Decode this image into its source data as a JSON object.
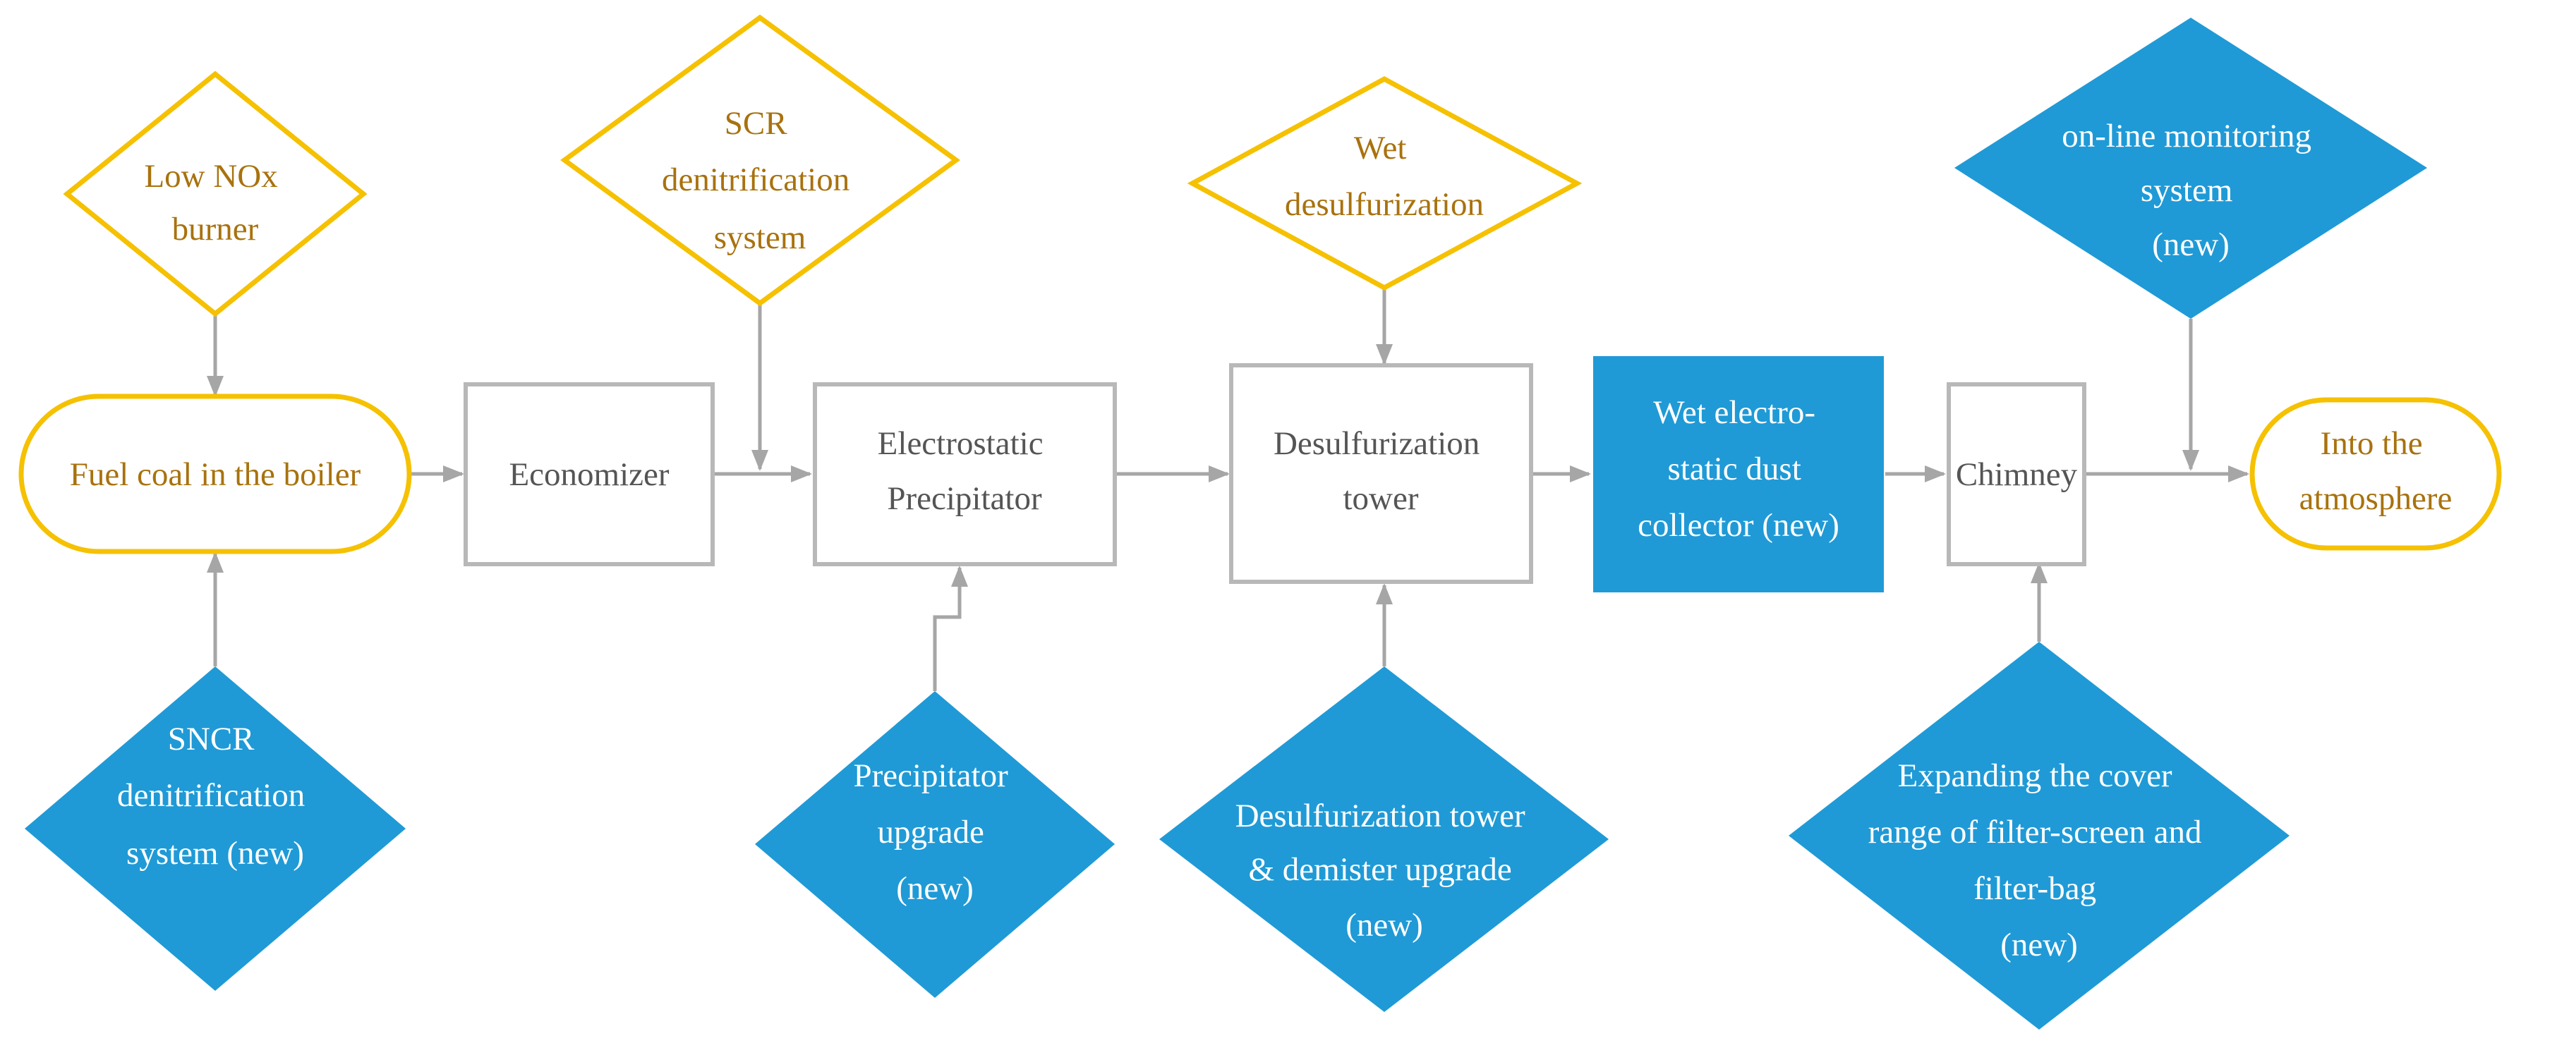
{
  "colors": {
    "accent_gold": "#f5c100",
    "gold_text": "#a8720e",
    "process_box_border": "#b8b8b8",
    "blue_fill": "#1f9ad6",
    "arrow_gray": "#a6a6a6",
    "dark_text": "#555555"
  },
  "process": {
    "fuel_coal": "Fuel coal in the boiler",
    "economizer": "Economizer",
    "precipitator": [
      "Electrostatic",
      "Precipitator"
    ],
    "desulf_tower": [
      "Desulfurization",
      "tower"
    ],
    "wet_collector": [
      "Wet electro-",
      "static dust",
      "collector (new)"
    ],
    "chimney": "Chimney",
    "atmosphere": [
      "Into the",
      "atmosphere"
    ]
  },
  "existing_measures": {
    "low_nox": [
      "Low NOx",
      "burner"
    ],
    "scr": [
      "SCR",
      "denitrification",
      "system"
    ],
    "wet_desulf": [
      "Wet",
      "desulfurization"
    ]
  },
  "new_measures": {
    "sncr": [
      "SNCR",
      "denitrification",
      "system (new)"
    ],
    "precip_upgrade": [
      "Precipitator",
      "upgrade",
      "(new)"
    ],
    "demister_upgrade": [
      "Desulfurization tower",
      "& demister upgrade",
      "(new)"
    ],
    "filter_expand": [
      "Expanding the cover",
      "range of filter-screen and",
      "filter-bag",
      "(new)"
    ],
    "monitoring": [
      "on-line monitoring",
      "system",
      "(new)"
    ]
  }
}
